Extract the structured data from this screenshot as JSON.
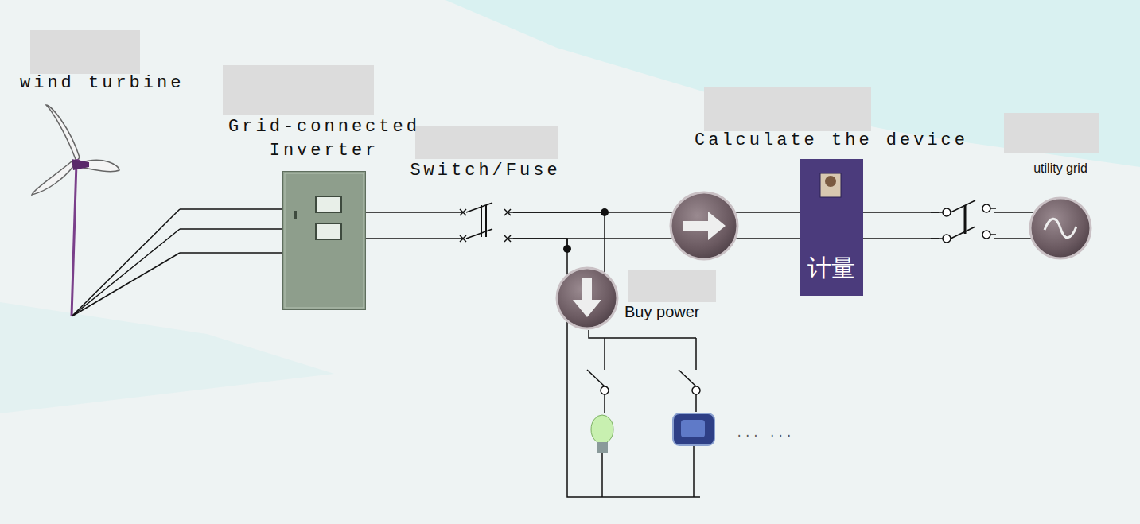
{
  "diagram": {
    "nodes": [
      {
        "text": [
          "wind turbine"
        ]
      },
      {
        "text": [
          "Grid-connected Inverter"
        ]
      },
      {
        "text": [
          "Switch/Fuse"
        ]
      },
      {
        "text": [
          "Calculate the device",
          "计量"
        ]
      },
      {
        "text": [
          "utility grid"
        ]
      },
      {
        "text": [
          "Buy power"
        ]
      }
    ],
    "edges": [
      {
        "from": 0,
        "to": 1,
        "arrow": "none"
      },
      {
        "from": 1,
        "to": 2,
        "arrow": "none"
      },
      {
        "from": 2,
        "to": 3,
        "arrow": "none"
      },
      {
        "from": 3,
        "to": 4,
        "arrow": "none"
      },
      {
        "from": 2,
        "to": 5,
        "arrow": "none"
      }
    ],
    "labels": [
      "... ..."
    ]
  }
}
